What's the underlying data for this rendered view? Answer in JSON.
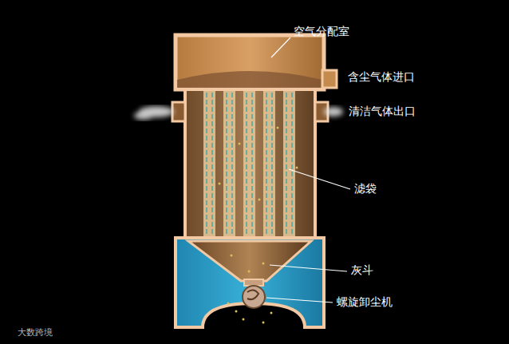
{
  "diagram": {
    "labels": [
      "空气分配室",
      "含尘气体进口",
      "清洁气体出口",
      "滤袋",
      "灰斗",
      "螺旋卸尘机",
      "大数跨境"
    ]
  }
}
